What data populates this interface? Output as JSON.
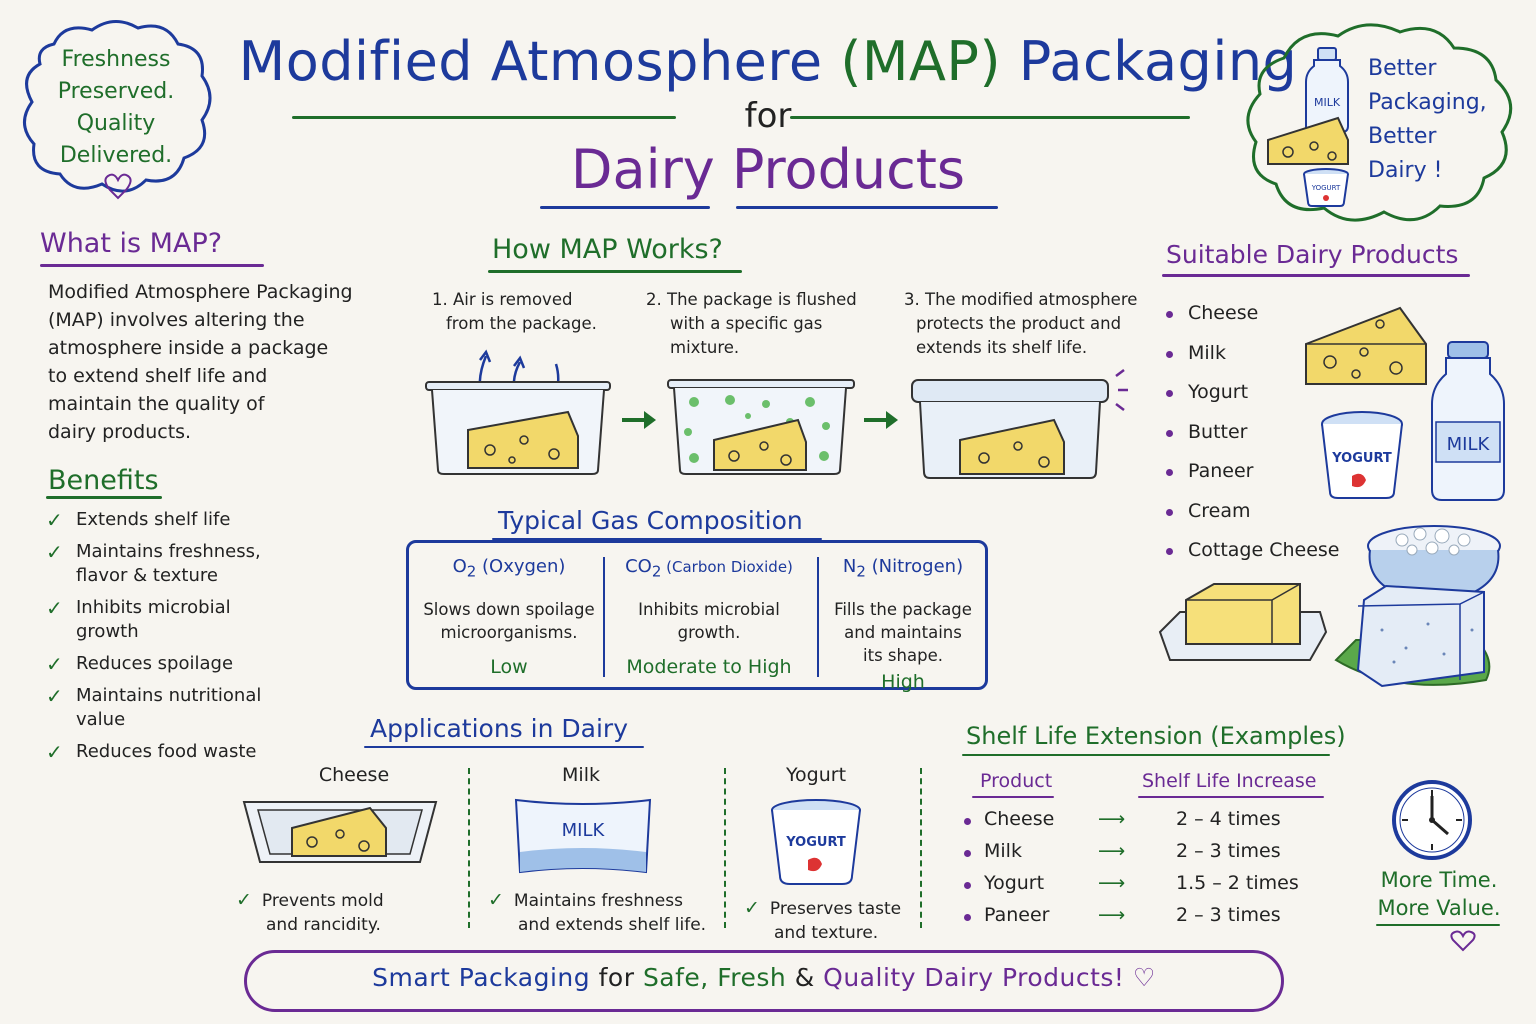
{
  "header": {
    "title_part1": "Modified Atmosphere",
    "title_part2": "(MAP)",
    "title_part3": "Packaging",
    "for": "for",
    "subtitle": "Dairy Products"
  },
  "cloud_left": {
    "lines": [
      "Freshness",
      "Preserved.",
      "Quality",
      "Delivered."
    ]
  },
  "cloud_right": {
    "lines": [
      "Better",
      "Packaging,",
      "Better",
      "Dairy !"
    ],
    "milk_label": "MILK",
    "yogurt_label": "YOGURT"
  },
  "what_is": {
    "heading": "What is MAP?",
    "lines": [
      "Modified Atmosphere Packaging",
      "(MAP) involves altering the",
      "atmosphere inside a package",
      "to extend shelf life and",
      "maintain the quality of",
      "dairy products."
    ]
  },
  "benefits": {
    "heading": "Benefits",
    "items": [
      [
        "Extends shelf life"
      ],
      [
        "Maintains freshness,",
        "flavor & texture"
      ],
      [
        "Inhibits microbial",
        "growth"
      ],
      [
        "Reduces spoilage"
      ],
      [
        "Maintains nutritional",
        "value"
      ],
      [
        "Reduces food waste"
      ]
    ]
  },
  "how_works": {
    "heading": "How MAP Works?",
    "steps": [
      {
        "lines": [
          "1. Air is removed",
          "from the package."
        ]
      },
      {
        "lines": [
          "2. The package is flushed",
          "with a specific gas",
          "mixture."
        ]
      },
      {
        "lines": [
          "3. The modified atmosphere",
          "protects the product and",
          "extends its shelf life."
        ]
      }
    ]
  },
  "gas": {
    "heading": "Typical Gas Composition",
    "columns": [
      {
        "name_prefix": "O",
        "name_sub": "2",
        "name_suffix": " (Oxygen)",
        "lines": [
          "Slows down spoilage",
          "microorganisms."
        ],
        "level": "Low"
      },
      {
        "name_prefix": "CO",
        "name_sub": "2",
        "name_suffix": " (Carbon Dioxide)",
        "lines": [
          "Inhibits microbial",
          "growth."
        ],
        "level": "Moderate to High"
      },
      {
        "name_prefix": "N",
        "name_sub": "2",
        "name_suffix": " (Nitrogen)",
        "lines": [
          "Fills the package",
          "and maintains",
          "its shape."
        ],
        "level": "High"
      }
    ]
  },
  "suitable": {
    "heading": "Suitable Dairy Products",
    "items": [
      "Cheese",
      "Milk",
      "Yogurt",
      "Butter",
      "Paneer",
      "Cream",
      "Cottage Cheese"
    ],
    "milk_label": "MILK",
    "yogurt_label": "YOGURT"
  },
  "applications": {
    "heading": "Applications in Dairy",
    "items": [
      {
        "label": "Cheese",
        "note": [
          "Prevents mold",
          "and rancidity."
        ]
      },
      {
        "label": "Milk",
        "note": [
          "Maintains freshness",
          "and extends shelf life."
        ],
        "pack_label": "MILK"
      },
      {
        "label": "Yogurt",
        "note": [
          "Preserves taste",
          "and texture."
        ],
        "pack_label": "YOGURT"
      }
    ]
  },
  "shelf_life": {
    "heading": "Shelf Life Extension (Examples)",
    "col_product": "Product",
    "col_increase": "Shelf Life Increase",
    "rows": [
      {
        "product": "Cheese",
        "increase": "2 – 4 times"
      },
      {
        "product": "Milk",
        "increase": "2 – 3 times"
      },
      {
        "product": "Yogurt",
        "increase": "1.5 – 2 times"
      },
      {
        "product": "Paneer",
        "increase": "2 – 3 times"
      }
    ]
  },
  "clock_tagline": [
    "More Time.",
    "More Value."
  ],
  "footer": {
    "w1": "Smart Packaging",
    "w2": "for",
    "w3": "Safe, Fresh",
    "w4": "&",
    "w5": "Quality Dairy Products!"
  },
  "colors": {
    "blue": "#1d3a9c",
    "green": "#1f6e2a",
    "purple": "#6a2a94",
    "cheese": "#f2d86a",
    "paper": "#f7f5f0"
  },
  "icons": [
    "heart-icon",
    "check-icon",
    "arrow-right-icon",
    "clock-icon",
    "cheese-icon",
    "milk-bottle-icon",
    "yogurt-cup-icon",
    "butter-icon",
    "paneer-icon",
    "cottage-cheese-icon"
  ]
}
